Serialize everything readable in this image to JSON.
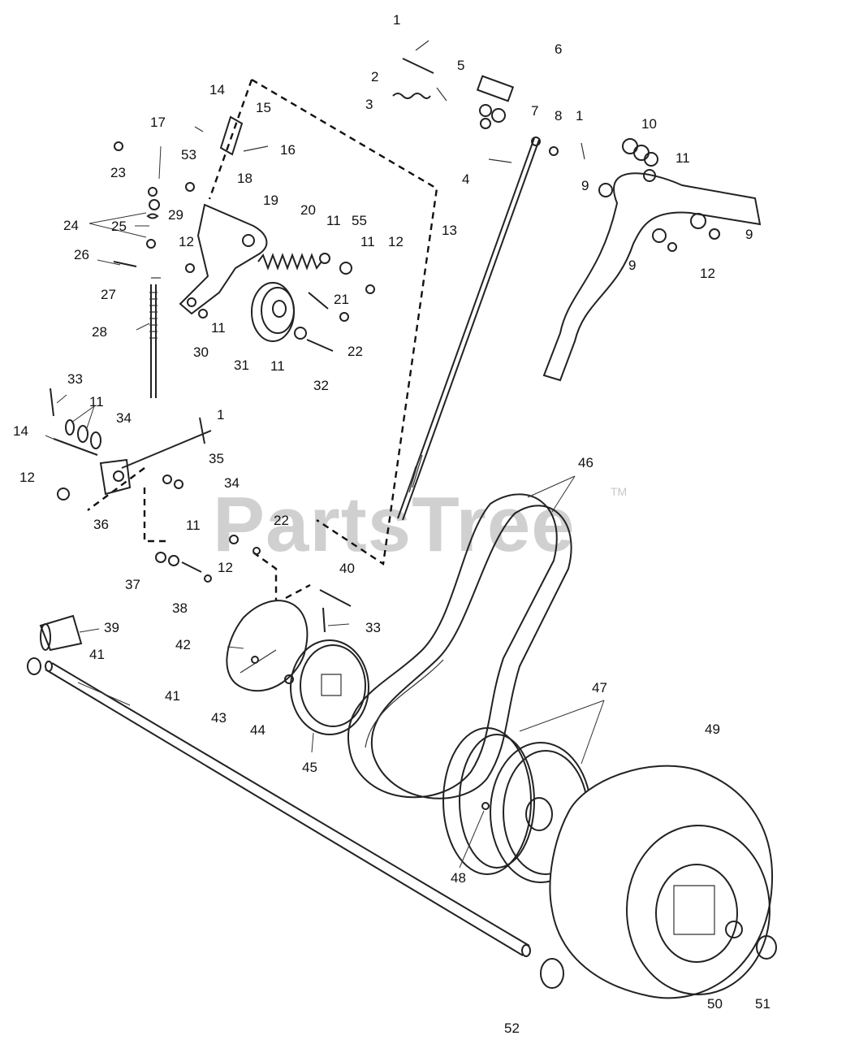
{
  "watermark": {
    "brand": "PartsTree",
    "trademark": "TM"
  },
  "callouts": [
    {
      "id": "c1a",
      "text": "1"
    },
    {
      "id": "c2",
      "text": "2"
    },
    {
      "id": "c3",
      "text": "3"
    },
    {
      "id": "c4",
      "text": "4"
    },
    {
      "id": "c5",
      "text": "5"
    },
    {
      "id": "c6",
      "text": "6"
    },
    {
      "id": "c7",
      "text": "7"
    },
    {
      "id": "c8",
      "text": "8"
    },
    {
      "id": "c1b",
      "text": "1"
    },
    {
      "id": "c10",
      "text": "10"
    },
    {
      "id": "c11a",
      "text": "11"
    },
    {
      "id": "c9a",
      "text": "9"
    },
    {
      "id": "c9b",
      "text": "9"
    },
    {
      "id": "c9c",
      "text": "9"
    },
    {
      "id": "c12a",
      "text": "12"
    },
    {
      "id": "c14a",
      "text": "14"
    },
    {
      "id": "c15",
      "text": "15"
    },
    {
      "id": "c16",
      "text": "16"
    },
    {
      "id": "c17",
      "text": "17"
    },
    {
      "id": "c53",
      "text": "53"
    },
    {
      "id": "c18",
      "text": "18"
    },
    {
      "id": "c23",
      "text": "23"
    },
    {
      "id": "c19",
      "text": "19"
    },
    {
      "id": "c20",
      "text": "20"
    },
    {
      "id": "c11b",
      "text": "11"
    },
    {
      "id": "c55",
      "text": "55"
    },
    {
      "id": "c11c",
      "text": "11"
    },
    {
      "id": "c12b",
      "text": "12"
    },
    {
      "id": "c13",
      "text": "13"
    },
    {
      "id": "c24",
      "text": "24"
    },
    {
      "id": "c25",
      "text": "25"
    },
    {
      "id": "c29",
      "text": "29"
    },
    {
      "id": "c12c",
      "text": "12"
    },
    {
      "id": "c26",
      "text": "26"
    },
    {
      "id": "c27",
      "text": "27"
    },
    {
      "id": "c21",
      "text": "21"
    },
    {
      "id": "c28",
      "text": "28"
    },
    {
      "id": "c11d",
      "text": "11"
    },
    {
      "id": "c30",
      "text": "30"
    },
    {
      "id": "c22a",
      "text": "22"
    },
    {
      "id": "c31",
      "text": "31"
    },
    {
      "id": "c11e",
      "text": "11"
    },
    {
      "id": "c32",
      "text": "32"
    },
    {
      "id": "c33a",
      "text": "33"
    },
    {
      "id": "c11f",
      "text": "11"
    },
    {
      "id": "c34a",
      "text": "34"
    },
    {
      "id": "c1c",
      "text": "1"
    },
    {
      "id": "c14b",
      "text": "14"
    },
    {
      "id": "c35",
      "text": "35"
    },
    {
      "id": "c12d",
      "text": "12"
    },
    {
      "id": "c34b",
      "text": "34"
    },
    {
      "id": "c36",
      "text": "36"
    },
    {
      "id": "c46",
      "text": "46"
    },
    {
      "id": "c22b",
      "text": "22"
    },
    {
      "id": "c11g",
      "text": "11"
    },
    {
      "id": "c12e",
      "text": "12"
    },
    {
      "id": "c37",
      "text": "37"
    },
    {
      "id": "c40",
      "text": "40"
    },
    {
      "id": "c38",
      "text": "38"
    },
    {
      "id": "c33b",
      "text": "33"
    },
    {
      "id": "c39",
      "text": "39"
    },
    {
      "id": "c42",
      "text": "42"
    },
    {
      "id": "c41a",
      "text": "41"
    },
    {
      "id": "c41b",
      "text": "41"
    },
    {
      "id": "c47",
      "text": "47"
    },
    {
      "id": "c49",
      "text": "49"
    },
    {
      "id": "c43",
      "text": "43"
    },
    {
      "id": "c44",
      "text": "44"
    },
    {
      "id": "c45",
      "text": "45"
    },
    {
      "id": "c48",
      "text": "48"
    },
    {
      "id": "c50",
      "text": "50"
    },
    {
      "id": "c51",
      "text": "51"
    },
    {
      "id": "c52",
      "text": "52"
    }
  ]
}
